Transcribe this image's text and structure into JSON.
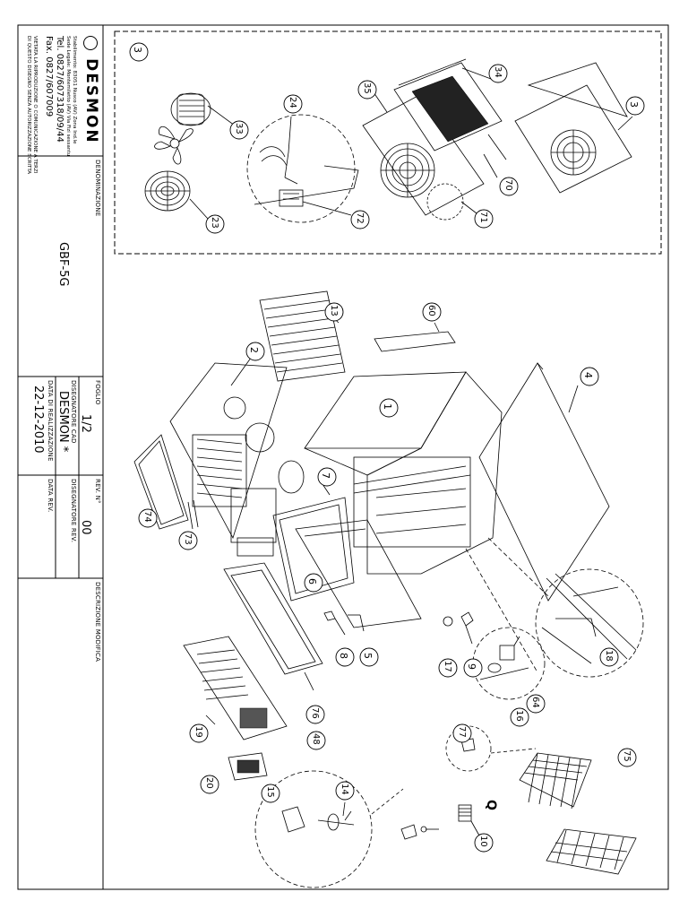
{
  "title_block": {
    "company": "DESMON",
    "address_lines": [
      "Stabilimento: 83051 Nusco (AV) Zona Ind.le",
      "Sede Legale: Montemiletto (AV) Via Fizi sessantu"
    ],
    "tel": "Tel. 0827/607318/09/44",
    "fax": "Fax. 0827/607009",
    "notice_lines": [
      "VIETATA LA RIPRODUZIONE O COMUNICAZIONE A TERZI",
      "DI QUESTO DISEGNO SENZA AUTORIZZAZIONE SCRITTA"
    ],
    "denominazione_label": "DENOMINAZIONE",
    "denominazione_value": "GBF-5G",
    "foglio_label": "FOGLIO",
    "foglio_value": "1/2",
    "rev_label": "REV. N°",
    "rev_value": "00",
    "designer_cad_label": "DISEGNATORE CAD",
    "designer_cad_value": "DESMON *",
    "designer_rev_label": "DISEGNATORE REV.",
    "date_label": "DATA DI REALIZZAZIONE",
    "date_value": "22-12-2010",
    "date_rev_label": "DATA REV.",
    "descr_label": "DESCRIZIONE MODIFICA"
  },
  "callouts": [
    "3",
    "24",
    "33",
    "35",
    "34",
    "3",
    "23",
    "72",
    "71",
    "70",
    "13",
    "60",
    "2",
    "4",
    "1",
    "7",
    "74",
    "73",
    "6",
    "8",
    "5",
    "17",
    "9",
    "18",
    "64",
    "16",
    "76",
    "48",
    "19",
    "77",
    "75",
    "20",
    "14",
    "15",
    "10"
  ],
  "q_mark": "Q"
}
